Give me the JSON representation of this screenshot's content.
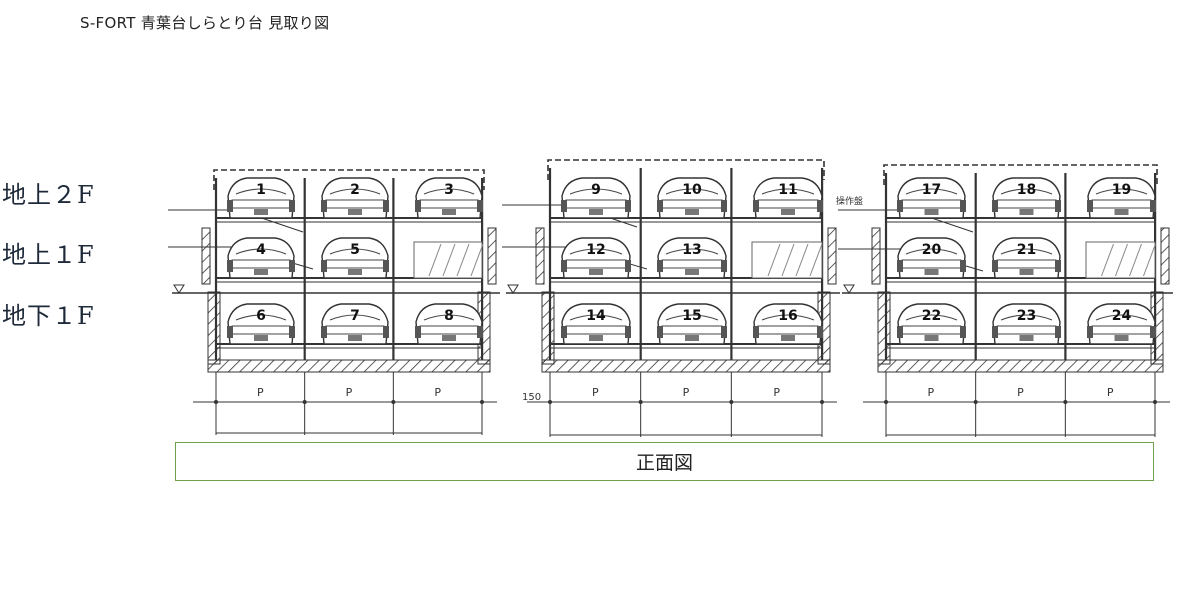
{
  "document": {
    "title": "S-FORT 青葉台しらとり台 見取り図"
  },
  "floor_labels": [
    "地上２F",
    "地上１F",
    "地下１F"
  ],
  "units": [
    {
      "slots": [
        "1",
        "2",
        "3",
        "4",
        "5",
        "",
        "6",
        "7",
        "8"
      ],
      "dims": [
        "P",
        "P",
        "P"
      ]
    },
    {
      "slots": [
        "9",
        "10",
        "11",
        "12",
        "13",
        "",
        "14",
        "15",
        "16"
      ],
      "dims": [
        "P",
        "P",
        "P"
      ],
      "extra_dim": "150"
    },
    {
      "slots": [
        "17",
        "18",
        "19",
        "20",
        "21",
        "",
        "22",
        "23",
        "24"
      ],
      "dims": [
        "P",
        "P",
        "P"
      ],
      "panel_label": "操作盤"
    }
  ],
  "caption": "正面図"
}
